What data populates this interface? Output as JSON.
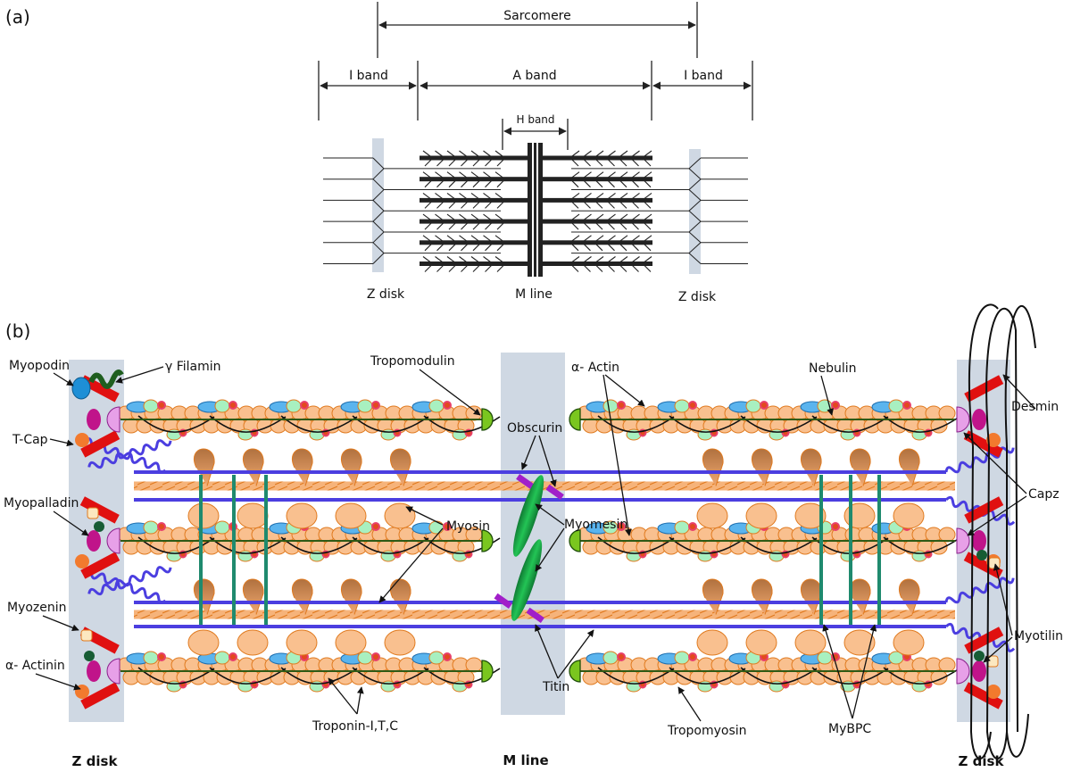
{
  "panels": {
    "a": {
      "tag": "(a)",
      "dimensions": {
        "sarcomere": "Sarcomere",
        "i_band_left": "I band",
        "a_band": "A band",
        "i_band_right": "I band",
        "h_band": "H band"
      },
      "bottom_labels": {
        "z_disk_left": "Z disk",
        "m_line": "M line",
        "z_disk_right": "Z disk"
      },
      "thick_filament_count": 6,
      "thin_filament_count_per_side": 5
    },
    "b": {
      "tag": "(b)",
      "labels": {
        "myopodin": "Myopodin",
        "gamma_filamin": "γ Filamin",
        "t_cap": "T-Cap",
        "myopalladin": "Myopalladin",
        "myozenin": "Myozenin",
        "alpha_actinin": "α- Actinin",
        "tropomodulin": "Tropomodulin",
        "obscurin": "Obscurin",
        "myosin": "Myosin",
        "myomesin": "Myomesin",
        "troponin": "Troponin-I,T,C",
        "titin": "Titin",
        "alpha_actin": "α- Actin",
        "nebulin": "Nebulin",
        "desmin": "Desmin",
        "capz": "Capz",
        "myotilin": "Myotilin",
        "tropomyosin": "Tropomyosin",
        "mybpc": "MyBPC"
      },
      "bottom_labels": {
        "z_disk_left": "Z disk",
        "m_line": "M line",
        "z_disk_right": "Z disk"
      }
    }
  },
  "colors": {
    "z_disk": "#cfd8e3",
    "actin_bead": "#f9c08f",
    "actin_outline": "#e07a1f",
    "titin": "#4b3ee0",
    "mybpc": "#1f8a6e",
    "myosin_head": "#c98a5a",
    "alpha_actinin": "#e01010",
    "tropomodulin": "#7ac61f",
    "obscurin": "#a11fc9",
    "myomesin": "#1fa84b",
    "troponin_blue": "#5ab4ee",
    "troponin_green": "#a8f0c0",
    "troponin_red": "#e8406a",
    "capz": "#e7a0e8",
    "myopodin": "#1e8fd6",
    "filamin": "#1f5e1f",
    "t_cap": "#f27a2e",
    "myopalladin_dark": "#175c34",
    "magenta": "#c0148a"
  }
}
